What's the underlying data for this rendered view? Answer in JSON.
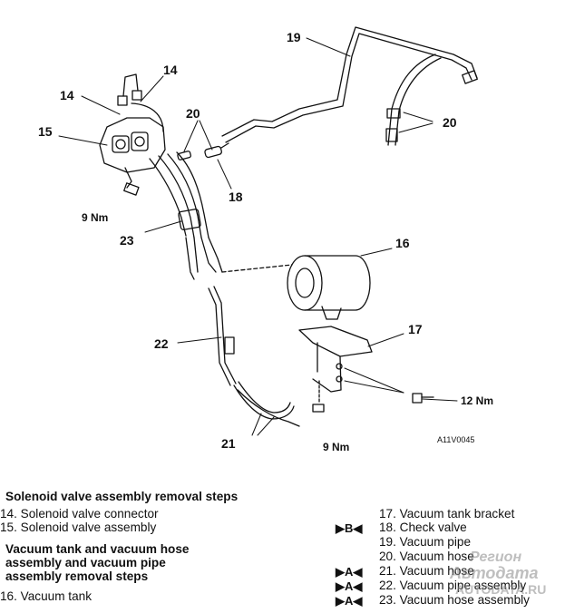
{
  "diagram": {
    "callouts": {
      "c14a": "14",
      "c14b": "14",
      "c15": "15",
      "c16": "16",
      "c17": "17",
      "c18": "18",
      "c19": "19",
      "c20a": "20",
      "c20b": "20",
      "c21": "21",
      "c22": "22",
      "c23": "23"
    },
    "torques": {
      "t9a": "9 Nm",
      "t9b": "9 Nm",
      "t12": "12 Nm"
    },
    "code": "A11V0045"
  },
  "steps": {
    "group1_title": "Solenoid valve assembly removal steps",
    "group1_items": [
      "14. Solenoid valve connector",
      "15. Solenoid valve assembly"
    ],
    "group2_title": [
      "Vacuum tank and vacuum hose",
      "assembly and vacuum pipe",
      "assembly removal steps"
    ],
    "group2_items": [
      "16. Vacuum tank"
    ],
    "right_items": [
      {
        "mark": "",
        "text": "17. Vacuum tank bracket"
      },
      {
        "mark": "▶B◀",
        "text": "18. Check valve"
      },
      {
        "mark": "",
        "text": "19. Vacuum pipe"
      },
      {
        "mark": "",
        "text": "20. Vacuum hose"
      },
      {
        "mark": "▶A◀",
        "text": "21. Vacuum hose"
      },
      {
        "mark": "▶A◀",
        "text": "22. Vacuum pipe assembly"
      },
      {
        "mark": "▶A◀",
        "text": "23. Vacuum hose assembly"
      }
    ]
  },
  "watermark": {
    "line1": "Регион",
    "line2": "Автодата",
    "line3": "AUTODATA.RU"
  },
  "colors": {
    "ink": "#111111",
    "watermark": "#8a8a8a",
    "background": "#ffffff"
  }
}
